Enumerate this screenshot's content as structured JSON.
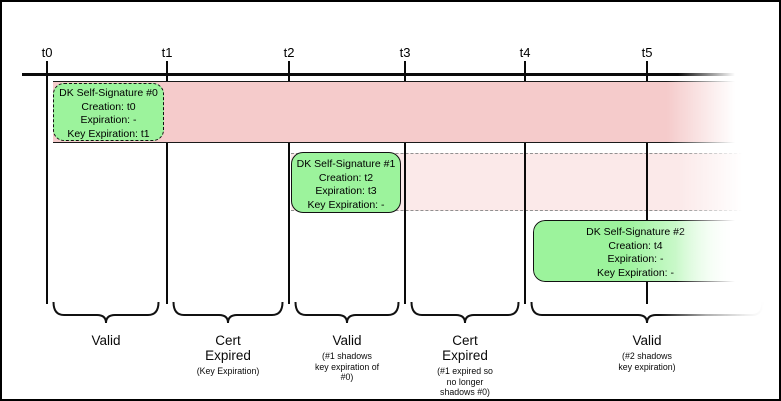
{
  "timeline": {
    "tick_labels": [
      "t0",
      "t1",
      "t2",
      "t3",
      "t4",
      "t5"
    ]
  },
  "signature_boxes": [
    {
      "title": "DK Self-Signature #0",
      "creation": "Creation: t0",
      "expiration": "Expiration: -",
      "key_expiration": "Key Expiration: t1"
    },
    {
      "title": "DK Self-Signature #1",
      "creation": "Creation: t2",
      "expiration": "Expiration: t3",
      "key_expiration": "Key Expiration: -"
    },
    {
      "title": "DK Self-Signature #2",
      "creation": "Creation: t4",
      "expiration": "Expiration: -",
      "key_expiration": "Key Expiration: -"
    }
  ],
  "sections": [
    {
      "label": "Valid",
      "note": ""
    },
    {
      "label": "Cert\nExpired",
      "note": "(Key Expiration)"
    },
    {
      "label": "Valid",
      "note": "(#1 shadows\nkey expiration of\n#0)"
    },
    {
      "label": "Cert\nExpired",
      "note": "(#1 expired so\nno longer\nshadows #0)"
    },
    {
      "label": "Valid",
      "note": "(#2 shadows\nkey expiration)"
    }
  ],
  "colors": {
    "signature_green": "#9cf39c",
    "expired_band_strong": "#f5cbcb",
    "expired_band_light": "#fbe9e9"
  }
}
